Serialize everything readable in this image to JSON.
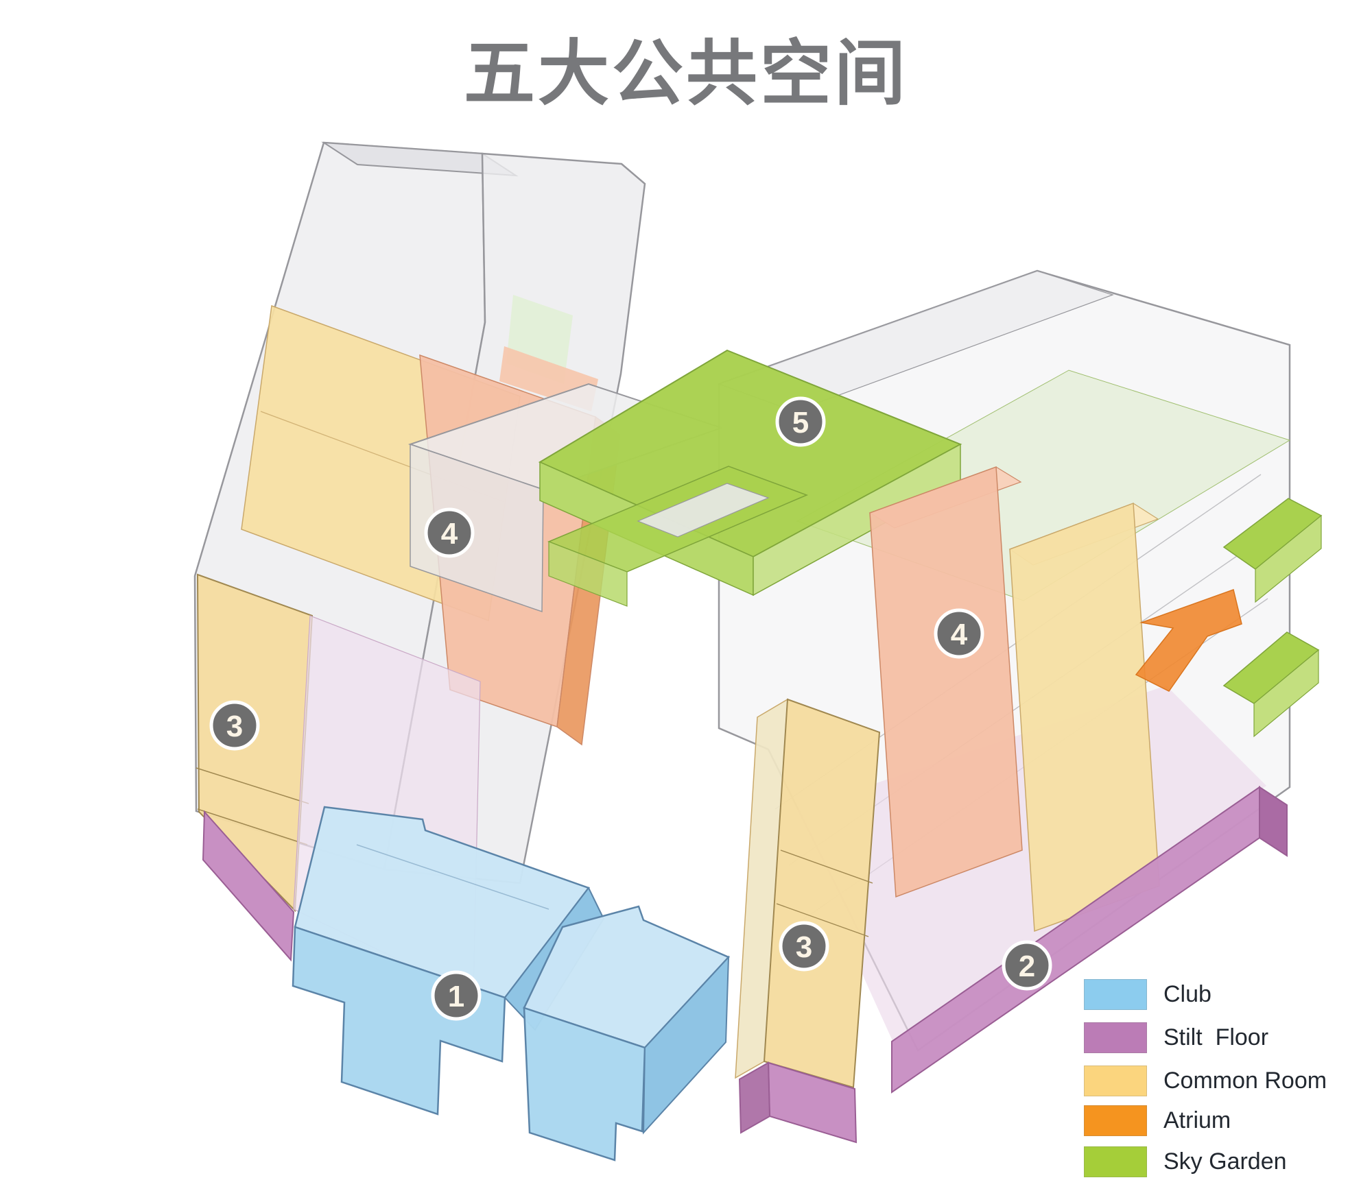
{
  "title": {
    "text": "五大公共空间"
  },
  "legend": {
    "items": [
      {
        "label": "Club",
        "color": "#8CCCEE"
      },
      {
        "label": "Stilt  Floor",
        "color": "#BB7CB6"
      },
      {
        "label": "Common Room",
        "color": "#FBD57E"
      },
      {
        "label": "Atrium",
        "color": "#F5941F"
      },
      {
        "label": "Sky Garden",
        "color": "#A5CE39"
      }
    ]
  },
  "markers": {
    "instances": [
      {
        "number": "1",
        "zone": "Club"
      },
      {
        "number": "2",
        "zone": "Stilt Floor"
      },
      {
        "number": "3",
        "zone": "Common Room"
      },
      {
        "number": "3",
        "zone": "Common Room"
      },
      {
        "number": "4",
        "zone": "Atrium"
      },
      {
        "number": "4",
        "zone": "Atrium"
      },
      {
        "number": "5",
        "zone": "Sky Garden"
      }
    ]
  },
  "colors": {
    "club_blue": "#8CCCEE",
    "club_top": "#C9E5F6",
    "club_front": "#A9D7F0",
    "club_side": "#8FC4E4",
    "stilt_purple": "#BB7CB6",
    "stilt_light": "#C890C3",
    "stilt_dark": "#AA6BA4",
    "common_yellow": "#FBD57E",
    "common_face": "#F5DCA0",
    "atrium_orange": "#F5941F",
    "atrium_salmon": "#F4BFA4",
    "garden_green": "#A5CE39",
    "garden_bright": "#A9D14E",
    "glass_gray": "#EFEFF1",
    "marker_circle": "#6E6E6E",
    "marker_text": "#FBF4E6",
    "title_gray": "#77787B",
    "legend_text": "#222830"
  }
}
